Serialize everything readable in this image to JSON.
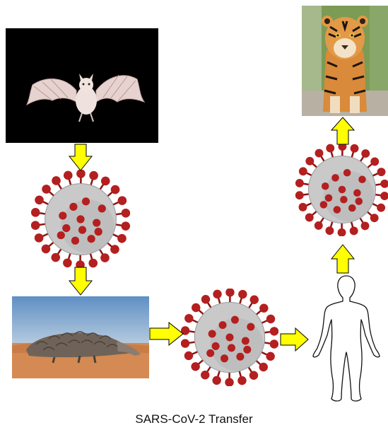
{
  "caption": "SARS-CoV-2 Transfer",
  "colors": {
    "arrow_fill": "#ffff00",
    "arrow_stroke": "#000000",
    "virus_core": "#c9c9c9",
    "virus_spike": "#b41f1f"
  },
  "nodes": [
    {
      "id": "bat",
      "icon": "bat-photo"
    },
    {
      "id": "virus-1",
      "icon": "coronavirus-icon"
    },
    {
      "id": "pangolin",
      "icon": "pangolin-photo"
    },
    {
      "id": "virus-2",
      "icon": "coronavirus-icon"
    },
    {
      "id": "human",
      "icon": "human-outline-icon"
    },
    {
      "id": "virus-3",
      "icon": "coronavirus-icon"
    },
    {
      "id": "tiger",
      "icon": "tiger-photo"
    }
  ],
  "edges": [
    {
      "from": "bat",
      "to": "virus-1"
    },
    {
      "from": "virus-1",
      "to": "pangolin"
    },
    {
      "from": "pangolin",
      "to": "virus-2"
    },
    {
      "from": "virus-2",
      "to": "human"
    },
    {
      "from": "human",
      "to": "virus-3"
    },
    {
      "from": "virus-3",
      "to": "tiger"
    }
  ]
}
